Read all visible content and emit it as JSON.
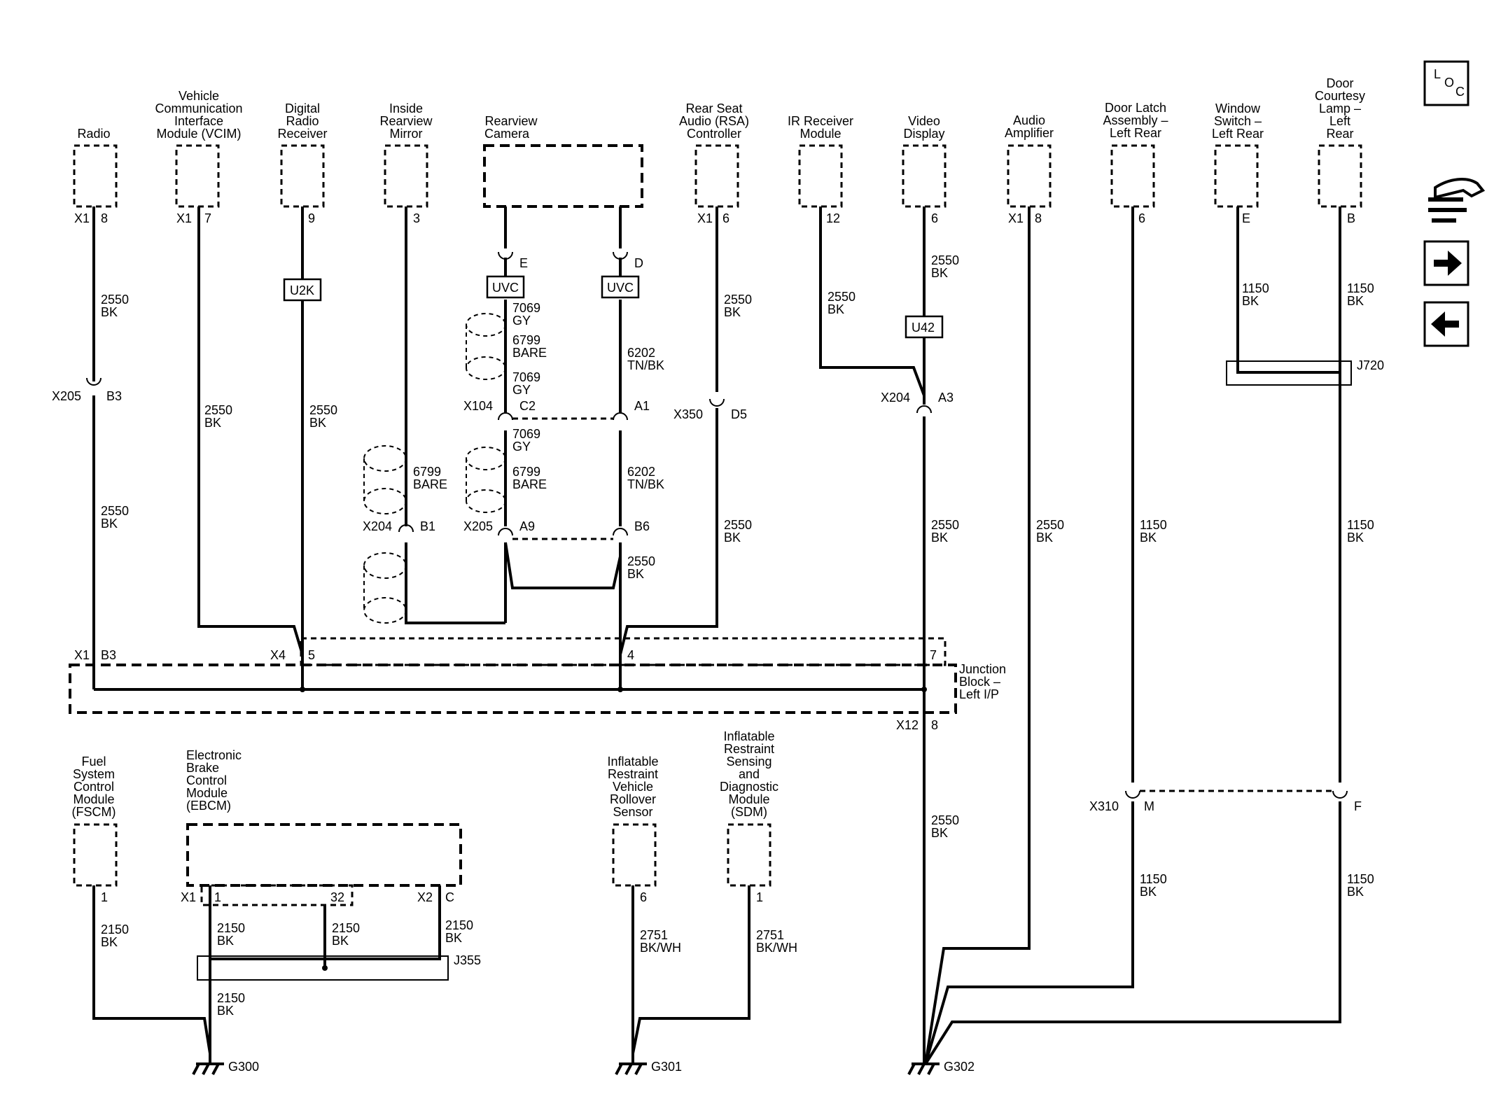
{
  "nav": {
    "loc_l": "L",
    "loc_o": "O",
    "loc_c": "C"
  },
  "comp": {
    "radio": [
      "Radio"
    ],
    "vcim": [
      "Vehicle",
      "Communication",
      "Interface",
      "Module (VCIM)"
    ],
    "drr": [
      "Digital",
      "Radio",
      "Receiver"
    ],
    "irm": [
      "Inside",
      "Rearview",
      "Mirror"
    ],
    "cam": [
      "Rearview",
      "Camera"
    ],
    "rsa": [
      "Rear Seat",
      "Audio (RSA)",
      "Controller"
    ],
    "ir": [
      "IR Receiver",
      "Module"
    ],
    "vid": [
      "Video",
      "Display"
    ],
    "amp": [
      "Audio",
      "Amplifier"
    ],
    "dlatch": [
      "Door Latch",
      "Assembly –",
      "Left Rear"
    ],
    "wsw": [
      "Window",
      "Switch –",
      "Left Rear"
    ],
    "dcl": [
      "Door",
      "Courtesy",
      "Lamp –",
      "Left",
      "Rear"
    ],
    "fscm": [
      "Fuel",
      "System",
      "Control",
      "Module",
      "(FSCM)"
    ],
    "ebcm": [
      "Electronic",
      "Brake",
      "Control",
      "Module",
      "(EBCM)"
    ],
    "irvrs": [
      "Inflatable",
      "Restraint",
      "Vehicle",
      "Rollover",
      "Sensor"
    ],
    "sdm": [
      "Inflatable",
      "Restraint",
      "Sensing",
      "and",
      "Diagnostic",
      "Module",
      "(SDM)"
    ],
    "jb": [
      "Junction",
      "Block –",
      "Left I/P"
    ]
  },
  "pins": {
    "radio_x1": "X1",
    "radio_p": "8",
    "vcim_x1": "X1",
    "vcim_p": "7",
    "drr_p": "9",
    "irm_p": "3",
    "cam_e": "E",
    "cam_d": "D",
    "rsa_x1": "X1",
    "rsa_p": "6",
    "ir_p": "12",
    "vid_p": "6",
    "amp_x1": "X1",
    "amp_p": "8",
    "dlatch_p": "6",
    "wsw_p": "E",
    "dcl_p": "B",
    "fscm_p": "1",
    "ebcm_x1": "X1",
    "ebcm_p1": "1",
    "ebcm_p32": "32",
    "ebcm_x2": "X2",
    "ebcm_c": "C",
    "irvrs_p": "6",
    "sdm_p": "1",
    "jb_x1": "X1",
    "jb_b3": "B3",
    "jb_x4": "X4",
    "jb_5": "5",
    "jb_4": "4",
    "jb_7": "7",
    "jb_x12": "X12",
    "jb_8": "8"
  },
  "connectors": {
    "x205_a": "X205",
    "x205_a_pin": "B3",
    "x104": "X104",
    "x104_c2": "C2",
    "x104_a1": "A1",
    "x350": "X350",
    "x350_pin": "D5",
    "x204_a": "X204",
    "x204_a_pin": "A3",
    "x204_b": "X204",
    "x204_b_pin": "B1",
    "x205_b": "X205",
    "x205_b_a9": "A9",
    "x205_b_b6": "B6",
    "x310": "X310",
    "x310_m": "M",
    "x310_f": "F",
    "j720": "J720",
    "j355": "J355"
  },
  "splices": {
    "u2k": "U2K",
    "uvc1": "UVC",
    "uvc2": "UVC",
    "u42": "U42"
  },
  "grounds": {
    "g300": "G300",
    "g301": "G301",
    "g302": "G302"
  },
  "wires": {
    "w_radio_1": [
      "2550",
      "BK"
    ],
    "w_radio_2": [
      "2550",
      "BK"
    ],
    "w_vcim": [
      "2550",
      "BK"
    ],
    "w_drr": [
      "2550",
      "BK"
    ],
    "w_irm": [
      "6799",
      "BARE"
    ],
    "w_cam_e1": [
      "7069",
      "GY"
    ],
    "w_cam_e2": [
      "6799",
      "BARE"
    ],
    "w_cam_e3": [
      "7069",
      "GY"
    ],
    "w_cam_e4": [
      "7069",
      "GY"
    ],
    "w_cam_e5": [
      "6799",
      "BARE"
    ],
    "w_cam_d1": [
      "6202",
      "TN/BK"
    ],
    "w_cam_d2": [
      "6202",
      "TN/BK"
    ],
    "w_cam_d3": [
      "2550",
      "BK"
    ],
    "w_rsa_1": [
      "2550",
      "BK"
    ],
    "w_rsa_2": [
      "2550",
      "BK"
    ],
    "w_ir": [
      "2550",
      "BK"
    ],
    "w_vid_1": [
      "2550",
      "BK"
    ],
    "w_vid_2": [
      "2550",
      "BK"
    ],
    "w_vid_3": [
      "2550",
      "BK"
    ],
    "w_amp": [
      "2550",
      "BK"
    ],
    "w_dlatch_1": [
      "1150",
      "BK"
    ],
    "w_dlatch_2": [
      "1150",
      "BK"
    ],
    "w_wsw": [
      "1150",
      "BK"
    ],
    "w_dcl_1": [
      "1150",
      "BK"
    ],
    "w_dcl_2": [
      "1150",
      "BK"
    ],
    "w_dcl_3": [
      "1150",
      "BK"
    ],
    "w_fscm": [
      "2150",
      "BK"
    ],
    "w_ebcm_1": [
      "2150",
      "BK"
    ],
    "w_ebcm_32": [
      "2150",
      "BK"
    ],
    "w_ebcm_c": [
      "2150",
      "BK"
    ],
    "w_ebcm_g": [
      "2150",
      "BK"
    ],
    "w_irvrs": [
      "2751",
      "BK/WH"
    ],
    "w_sdm": [
      "2751",
      "BK/WH"
    ]
  }
}
